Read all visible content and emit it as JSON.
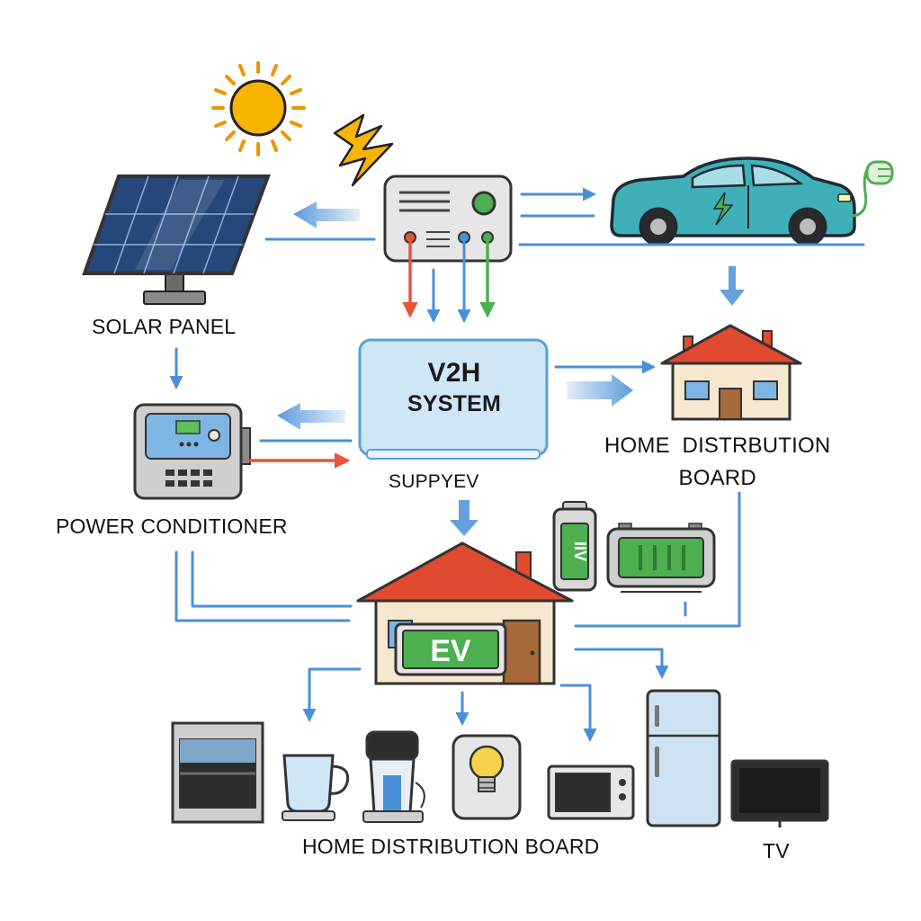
{
  "diagram": {
    "labels": {
      "solar_panel": "SOLAR PANEL",
      "power_conditioner": "POWER CONDITIONER",
      "home_distribution_board_top_line1": "HOME  DISTRBUTION",
      "home_distribution_board_top_line2": "BOARD",
      "v2h_line1": "V2H",
      "v2h_line2": "SYSTEM",
      "supply_ev": "SUPPYEV",
      "ev_sign": "EV",
      "home_distribution_board_bottom": "HOME DISTRIBUTION BOARD",
      "tv": "TV",
      "battery_text": "IIV"
    },
    "icons": [
      "sun-icon",
      "lightning-icon",
      "solar-panel-icon",
      "charger-unit-icon",
      "electric-car-icon",
      "charging-plug-icon",
      "v2h-system-box",
      "power-conditioner-icon",
      "house-small-icon",
      "battery-icon",
      "battery-pack-icon",
      "main-house-icon",
      "dishwasher-icon",
      "coffee-cup-icon",
      "blender-icon",
      "lightbulb-icon",
      "microwave-icon",
      "refrigerator-icon",
      "tv-icon"
    ],
    "colors": {
      "flow_blue": "#4a90d9",
      "flow_red": "#e8543a",
      "flow_green": "#4caf50",
      "sun": "#f7b500",
      "car": "#3fb0b8",
      "roof": "#e04a2f",
      "v2h_box": "#cfe6f7",
      "ev_green": "#4caf50"
    }
  }
}
